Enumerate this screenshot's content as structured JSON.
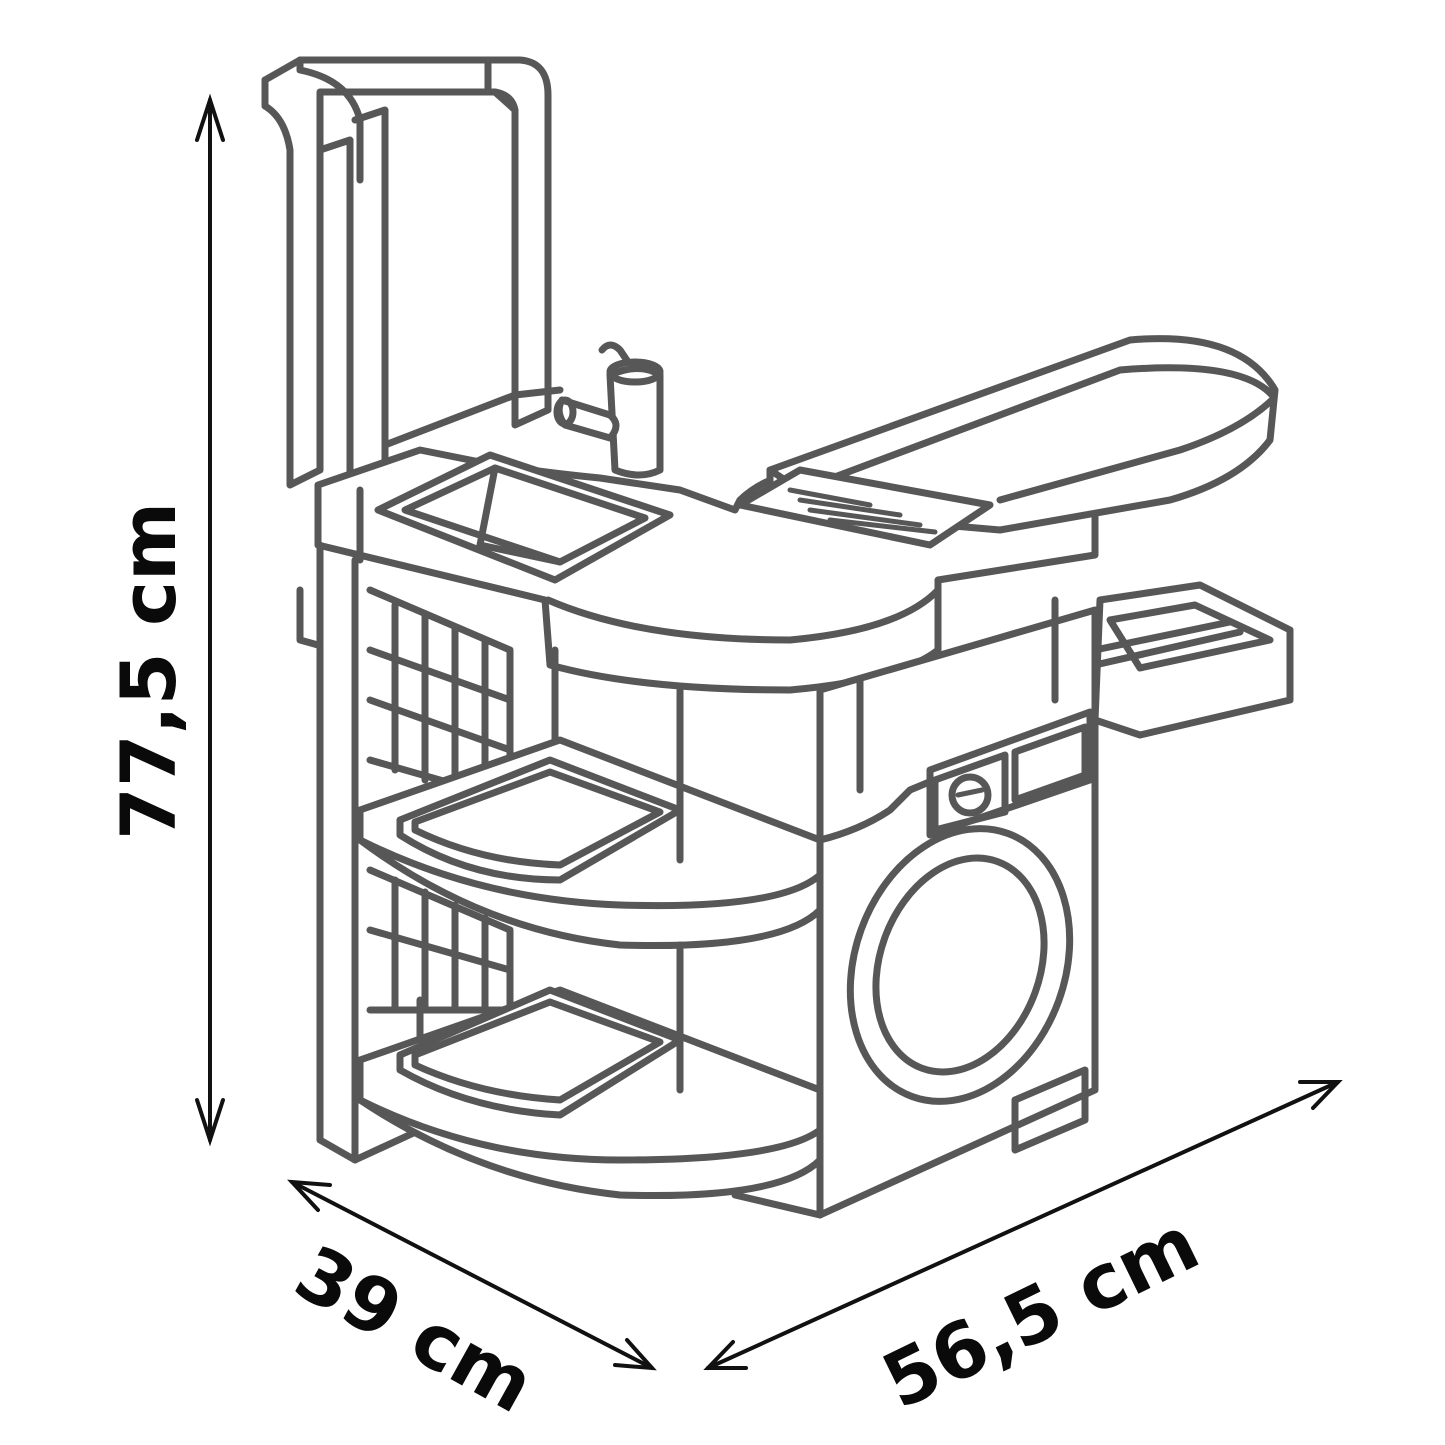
{
  "figure": {
    "subject": "Toy laundry station with sink, faucet, ironing board, shelves and washing machine",
    "line_color": "#575757",
    "dimension_color": "#111111",
    "background": "#ffffff"
  },
  "dimensions": {
    "height": {
      "label": "77,5 cm",
      "value": 77.5,
      "unit": "cm",
      "orientation": "vertical"
    },
    "depth": {
      "label": "39 cm",
      "value": 39,
      "unit": "cm",
      "orientation": "diagonal-left"
    },
    "width": {
      "label": "56,5 cm",
      "value": 56.5,
      "unit": "cm",
      "orientation": "diagonal-right"
    }
  },
  "parts": [
    {
      "id": "top-rail",
      "name": "Hanging rail / upright frame"
    },
    {
      "id": "sink",
      "name": "Sink basin"
    },
    {
      "id": "faucet",
      "name": "Faucet"
    },
    {
      "id": "ironing-board",
      "name": "Ironing board"
    },
    {
      "id": "iron-holder",
      "name": "Iron rest grid"
    },
    {
      "id": "side-shelf",
      "name": "Side tray"
    },
    {
      "id": "shelves",
      "name": "Two curved shelves with trays"
    },
    {
      "id": "side-grid",
      "name": "Side grid panel"
    },
    {
      "id": "control-panel",
      "name": "Washing machine control panel with knob"
    },
    {
      "id": "washing-machine",
      "name": "Washing machine with round door"
    }
  ]
}
